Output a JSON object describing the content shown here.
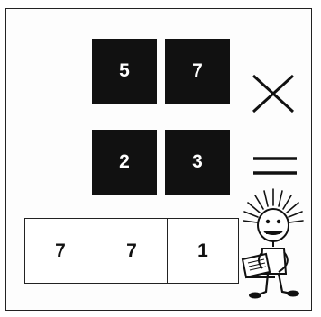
{
  "tiles": [
    {
      "value": "5"
    },
    {
      "value": "7"
    },
    {
      "value": "2"
    },
    {
      "value": "3"
    }
  ],
  "operator_icon": "multiply-icon",
  "equals_icon": "equals-icon",
  "answer_cells": [
    {
      "value": "7"
    },
    {
      "value": "7"
    },
    {
      "value": "1"
    }
  ],
  "mascot_icon": "spiky-hair-kid-with-laptop-icon",
  "colors": {
    "tile_background": "#111111",
    "tile_text": "#ffffff",
    "line": "#222222",
    "page_background": "#ffffff"
  }
}
